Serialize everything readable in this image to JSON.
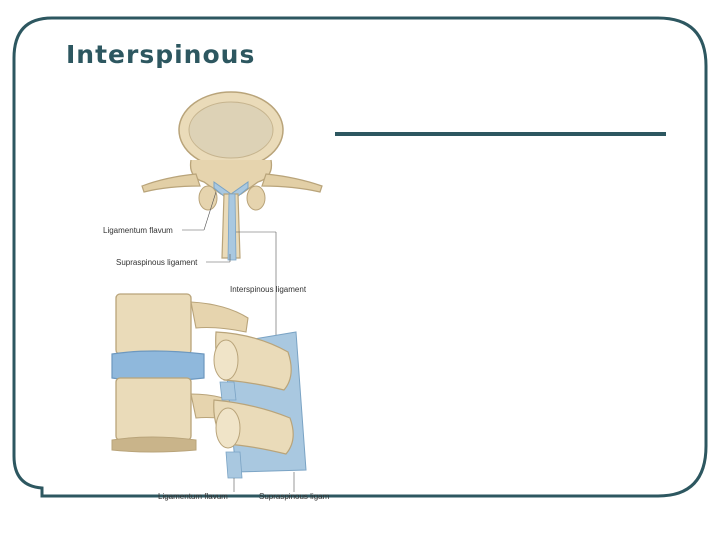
{
  "slide": {
    "title": "Interspinous",
    "colors": {
      "frame": "#2d5760",
      "title": "#2d5760",
      "bone": "#eadbb9",
      "bone_dark": "#c9b48a",
      "ligament": "#a9c8e0",
      "disc": "#8fb8dc"
    }
  },
  "figure": {
    "labels": {
      "ligamentum_flavum_top": "Ligamentum flavum",
      "supraspinous_top": "Supraspinous ligament",
      "interspinous": "Interspinous ligament",
      "ligamentum_flavum_bottom": "Ligamentum flavum",
      "supraspinous_bottom": "Supraspinous ligam"
    }
  }
}
